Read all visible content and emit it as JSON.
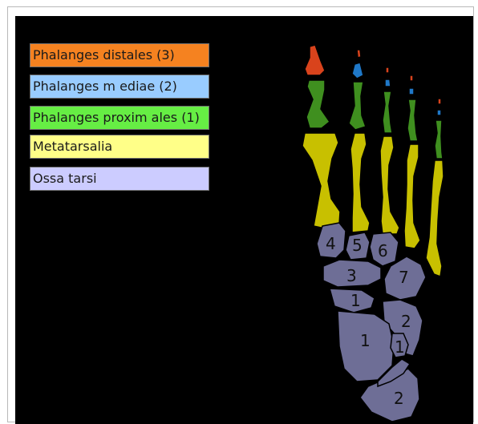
{
  "legend": [
    {
      "label": "Phalanges distales (3)",
      "color": "#f58220"
    },
    {
      "label": "Phalanges m ediae (2)",
      "color": "#99ccff"
    },
    {
      "label": "Phalanges proxim ales (1)",
      "color": "#66ee44"
    },
    {
      "label": "Metatarsalia",
      "color": "#ffff88"
    },
    {
      "label": "Ossa tarsi",
      "color": "#ccccff"
    }
  ],
  "bone_colors": {
    "distal": "#d9431c",
    "middle": "#1f78c8",
    "proximal": "#3f8f1f",
    "metatarsal": "#c8c000",
    "tarsal": "#6e6e96"
  },
  "tarsal_labels": [
    "4",
    "5",
    "6",
    "3",
    "7",
    "1",
    "2",
    "1",
    "1",
    "2"
  ]
}
